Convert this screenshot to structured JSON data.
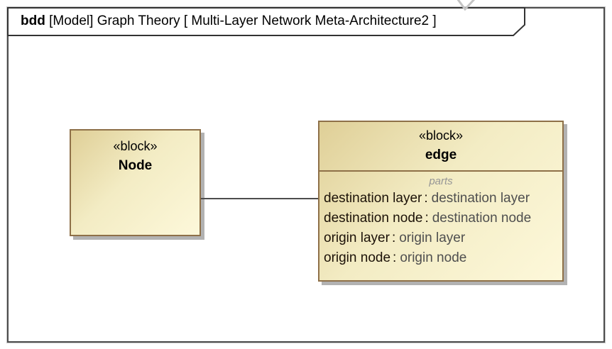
{
  "frame": {
    "keyword": "bdd",
    "title_rest": " [Model] Graph Theory [ Multi-Layer Network Meta-Architecture2 ]"
  },
  "node_block": {
    "stereotype": "«block»",
    "name": "Node"
  },
  "edge_block": {
    "stereotype": "«block»",
    "name": "edge",
    "compartment_label": "parts",
    "separator": ":",
    "parts": [
      {
        "name": "destination layer",
        "type": "destination layer"
      },
      {
        "name": "destination node",
        "type": "destination node"
      },
      {
        "name": "origin layer",
        "type": "origin layer"
      },
      {
        "name": "origin node",
        "type": "origin node"
      }
    ]
  },
  "colors": {
    "block_border": "#8e7048",
    "block_fill_dark": "#dfcf97",
    "block_fill_light": "#fdf8da",
    "frame_border": "#4d4d4d",
    "connector": "#4d4d4d",
    "shadow": "#b2b2b2",
    "parts_label": "#969696",
    "part_type_text": "#4f4f4f",
    "part_name_text": "#1c1208"
  }
}
